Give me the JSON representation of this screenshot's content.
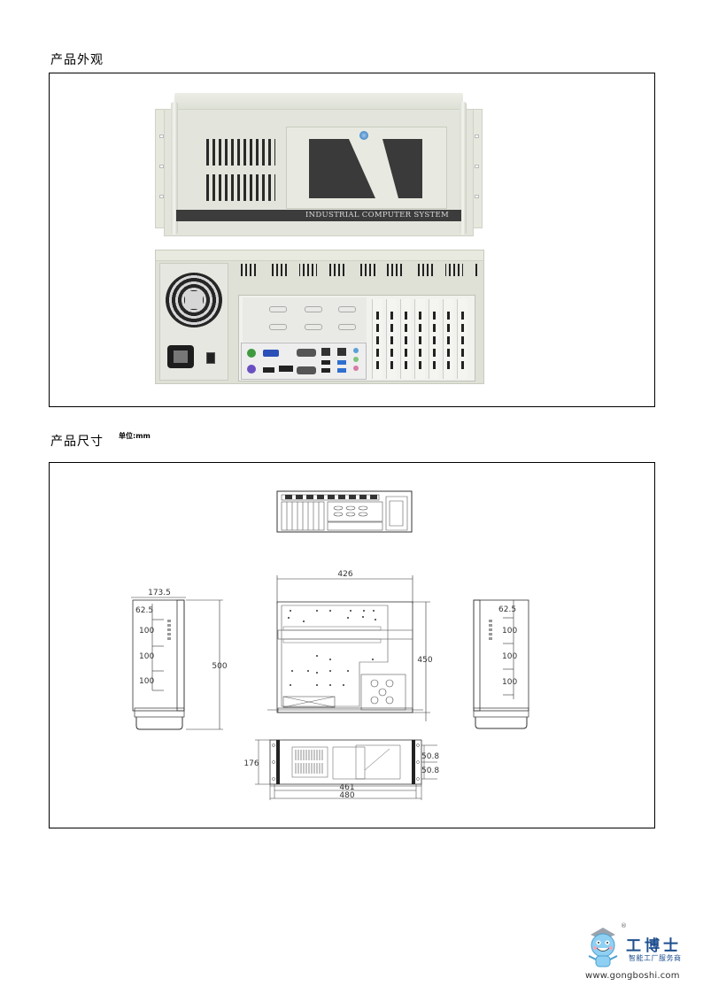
{
  "sections": {
    "appearance": {
      "title": "产品外观"
    },
    "dimensions": {
      "title": "产品尺寸",
      "unit": "单位:mm"
    }
  },
  "front_view": {
    "panel_text": "INDUSTRIAL COMPUTER SYSTEM",
    "colors": {
      "chassis": "#e3e5dc",
      "band": "#3c3c3c",
      "window": "#3a3a3a",
      "lock": "#2a6fb5"
    }
  },
  "rear_view": {
    "expansion_slots": 7,
    "colors": {
      "chassis": "#dfe1d7",
      "ps2_keyboard": "#6a4fc2",
      "ps2_mouse": "#3f9a3f",
      "vga": "#2b4fb8",
      "usb3": "#2f6fd0",
      "audio_line_in": "#5aa0d8",
      "audio_line_out": "#7fc47f",
      "audio_mic": "#d77aa5"
    }
  },
  "drawing": {
    "top_view": {
      "width": "426",
      "depth": "450",
      "fan_label": ""
    },
    "left_side": {
      "width": "173.5",
      "height": "500",
      "spacings": [
        "62.5",
        "100",
        "100",
        "100"
      ],
      "vertical_label": ""
    },
    "right_side": {
      "spacings": [
        "62.5",
        "100",
        "100",
        "100"
      ],
      "vertical_label": ""
    },
    "front_view": {
      "height": "176",
      "hole_spacings": [
        "50.8",
        "50.8"
      ],
      "body_width": "461",
      "overall_width": "480"
    }
  },
  "watermark": {
    "brand": "工博士",
    "slogan": "智能工厂服务商",
    "url": "www.gongboshi.com",
    "registered": "®",
    "color": "#1e4f8f"
  }
}
